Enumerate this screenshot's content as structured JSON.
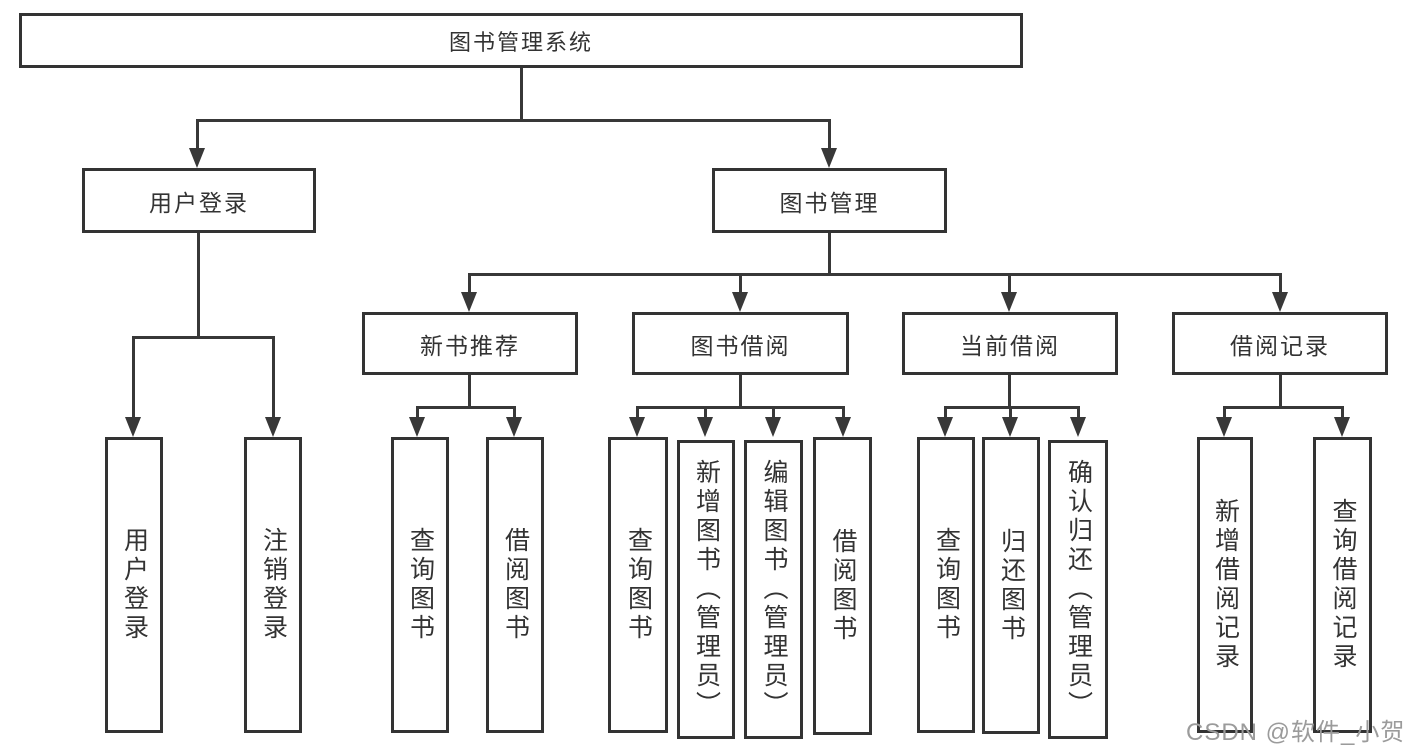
{
  "diagram": {
    "title": "图书管理系统",
    "watermark": "CSDN @软件_小贺同学",
    "colors": {
      "border": "#333333",
      "line": "#383838",
      "text": "#333333",
      "watermark": "#9b9b9b",
      "background": "#ffffff"
    },
    "nodes": {
      "root": {
        "label": "图书管理系统"
      },
      "user_login": {
        "label": "用户登录"
      },
      "book_mgmt": {
        "label": "图书管理"
      },
      "new_book_rec": {
        "label": "新书推荐"
      },
      "book_borrow": {
        "label": "图书借阅"
      },
      "current_borrow": {
        "label": "当前借阅"
      },
      "borrow_records": {
        "label": "借阅记录"
      },
      "v_user_login": {
        "label": "用户登录"
      },
      "v_logout": {
        "label": "注销登录"
      },
      "v_query_book_1": {
        "label": "查询图书"
      },
      "v_borrow_book_1": {
        "label": "借阅图书"
      },
      "v_query_book_2": {
        "label": "查询图书"
      },
      "v_add_book": {
        "label": "新增图书（管理员）"
      },
      "v_edit_book": {
        "label": "编辑图书（管理员）"
      },
      "v_borrow_book_2": {
        "label": "借阅图书"
      },
      "v_query_book_3": {
        "label": "查询图书"
      },
      "v_return_book": {
        "label": "归还图书"
      },
      "v_confirm_return": {
        "label": "确认归还（管理员）"
      },
      "v_add_borrow_record": {
        "label": "新增借阅记录"
      },
      "v_query_borrow_record": {
        "label": "查询借阅记录"
      }
    },
    "tree": {
      "图书管理系统": {
        "用户登录": [
          "用户登录",
          "注销登录"
        ],
        "图书管理": {
          "新书推荐": [
            "查询图书",
            "借阅图书"
          ],
          "图书借阅": [
            "查询图书",
            "新增图书（管理员）",
            "编辑图书（管理员）",
            "借阅图书"
          ],
          "当前借阅": [
            "查询图书",
            "归还图书",
            "确认归还（管理员）"
          ],
          "借阅记录": [
            "新增借阅记录",
            "查询借阅记录"
          ]
        }
      }
    }
  }
}
